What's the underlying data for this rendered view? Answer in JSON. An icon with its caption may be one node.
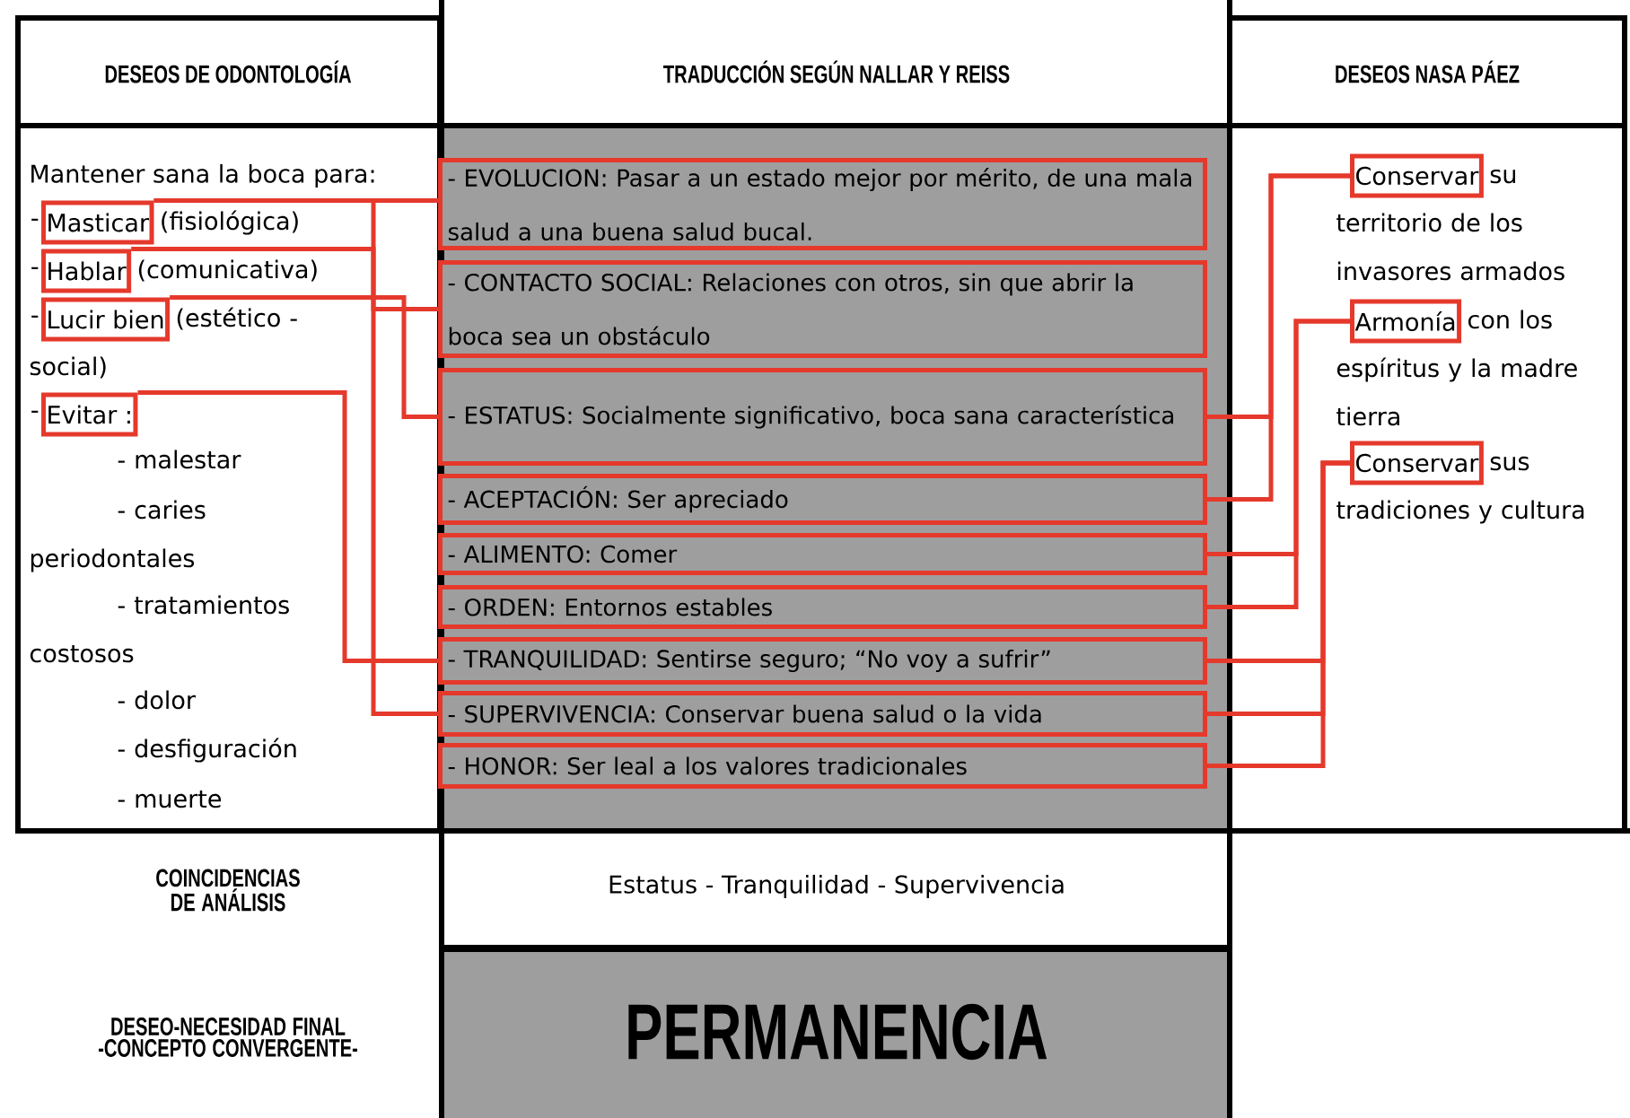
{
  "diagram": {
    "nodes": [
      {
        "text": [
          "Masticar"
        ],
        "beside": [
          "-",
          "(fisiológica)"
        ]
      },
      {
        "text": [
          "Hablar"
        ],
        "beside": [
          "-",
          "(comunicativa)"
        ]
      },
      {
        "text": [
          "Lucir bien"
        ],
        "beside": [
          "-",
          "(estético - social)"
        ]
      },
      {
        "text": [
          "Evitar :"
        ],
        "beside": [
          "-"
        ]
      },
      {
        "text": [
          "- EVOLUCION: Pasar a un estado mejor por mérito, de una mala salud a una buena salud bucal."
        ]
      },
      {
        "text": [
          "- CONTACTO SOCIAL: Relaciones con otros, sin que abrir la boca sea un obstáculo"
        ]
      },
      {
        "text": [
          "- ESTATUS: Socialmente significativo, boca sana característica"
        ]
      },
      {
        "text": [
          "- ACEPTACIÓN: Ser apreciado"
        ]
      },
      {
        "text": [
          "- ALIMENTO: Comer"
        ]
      },
      {
        "text": [
          "- ORDEN: Entornos estables"
        ]
      },
      {
        "text": [
          "- TRANQUILIDAD: Sentirse seguro; “No voy a sufrir”"
        ]
      },
      {
        "text": [
          "- SUPERVIVENCIA: Conservar buena salud o la vida"
        ]
      },
      {
        "text": [
          "- HONOR: Ser leal a los valores tradicionales"
        ]
      },
      {
        "text": [
          "Conservar"
        ],
        "beside": [
          "su territorio de los invasores armados"
        ]
      },
      {
        "text": [
          "Armonía"
        ],
        "beside": [
          "con los espíritus y la madre tierra"
        ]
      },
      {
        "text": [
          "Conservar"
        ],
        "beside": [
          "sus tradiciones y cultura"
        ]
      }
    ],
    "edges": [
      {
        "from": 0,
        "to": 4,
        "arrow": "none"
      },
      {
        "from": 0,
        "to": 11,
        "arrow": "none"
      },
      {
        "from": 1,
        "to": 5,
        "arrow": "none"
      },
      {
        "from": 2,
        "to": 6,
        "arrow": "none"
      },
      {
        "from": 3,
        "to": 10,
        "arrow": "none"
      },
      {
        "from": 13,
        "to": 6,
        "arrow": "none"
      },
      {
        "from": 13,
        "to": 7,
        "arrow": "none"
      },
      {
        "from": 14,
        "to": 8,
        "arrow": "none"
      },
      {
        "from": 14,
        "to": 9,
        "arrow": "none"
      },
      {
        "from": 15,
        "to": 10,
        "arrow": "none"
      },
      {
        "from": 15,
        "to": 11,
        "arrow": "none"
      },
      {
        "from": 15,
        "to": 12,
        "arrow": "none"
      }
    ],
    "labels": [
      "DESEOS DE ODONTOLOGÍA",
      "TRADUCCIÓN SEGÚN NALLAR Y REISS",
      "DESEOS NASA PÁEZ",
      "Mantener sana la boca para:",
      "- malestar",
      "- caries periodontales",
      "- tratamientos costosos",
      "- dolor",
      "- desfiguración",
      "- muerte",
      "COINCIDENCIAS DE ANÁLISIS",
      "Estatus - Tranquilidad - Supervivencia",
      "DESEO-NECESIDAD FINAL -CONCEPTO CONVERGENTE-",
      "PERMANENCIA"
    ]
  }
}
